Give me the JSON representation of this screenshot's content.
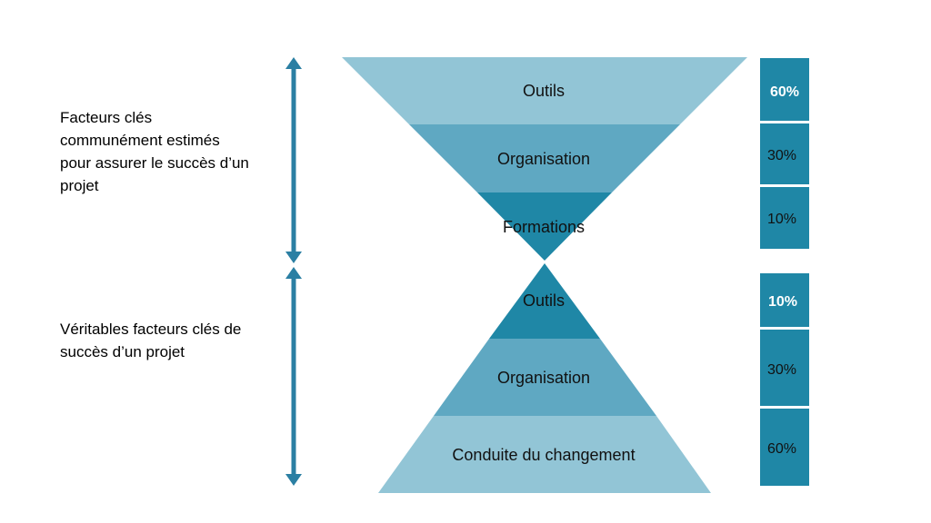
{
  "colors": {
    "light": "#92c5d6",
    "medium": "#5fa8c2",
    "dark": "#1f87a6",
    "box": "#1f87a6",
    "arrow": "#2b7fa3"
  },
  "top_group": {
    "label": "Facteurs clés communément estimés pour assurer le succès d’un projet",
    "segments": [
      "Outils",
      "Organisation",
      "Formations"
    ],
    "percentages": [
      "60%",
      "30%",
      "10%"
    ]
  },
  "bottom_group": {
    "label": "Véritables facteurs clés de succès d’un projet",
    "segments": [
      "Outils",
      "Organisation",
      "Conduite du changement"
    ],
    "percentages": [
      "10%",
      "30%",
      "60%"
    ]
  }
}
